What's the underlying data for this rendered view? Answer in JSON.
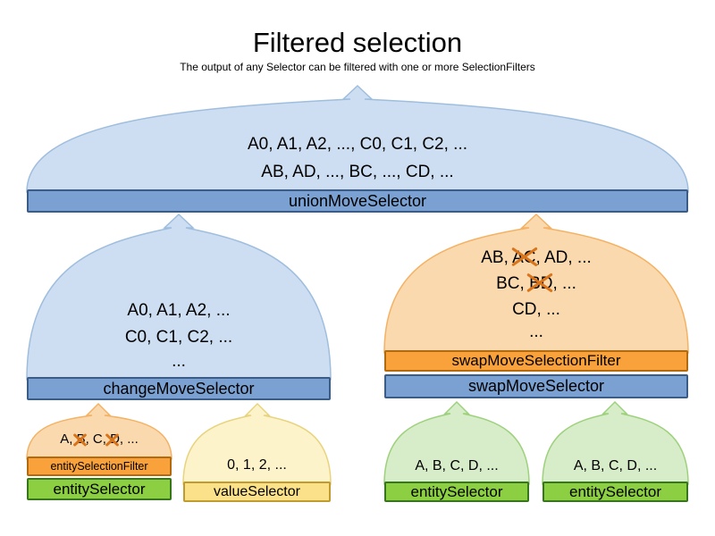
{
  "title": "Filtered selection",
  "subtitle": "The output of any Selector can be filtered with one or more SelectionFilters",
  "union_selector": {
    "output_lines": [
      "A0, A1, A2, ..., C0, C1, C2, ...",
      "AB, AD, ..., BC, ..., CD, ..."
    ],
    "label": "unionMoveSelector"
  },
  "change_selector": {
    "output_lines": [
      "A0, A1, A2, ...",
      "C0, C1, C2, ...",
      "..."
    ],
    "label": "changeMoveSelector"
  },
  "swap_selector": {
    "output_lines": [
      "AB, AC, AD, ...",
      "BC, BD, ...",
      "CD, ...",
      "..."
    ],
    "crossed_out_values": [
      "AC",
      "BD"
    ],
    "filter_label": "swapMoveSelectionFilter",
    "label": "swapMoveSelector"
  },
  "filtered_entity_selector": {
    "output_line": "A, B, C, D, ...",
    "crossed_out_values": [
      "B",
      "D"
    ],
    "filter_label": "entitySelectionFilter",
    "label": "entitySelector"
  },
  "value_selector": {
    "output_line": "0, 1, 2, ...",
    "label": "valueSelector"
  },
  "entity_selector_1": {
    "output_line": "A, B, C, D, ...",
    "label": "entitySelector"
  },
  "entity_selector_2": {
    "output_line": "A, B, C, D, ...",
    "label": "entitySelector"
  },
  "colors": {
    "selector_bar_blue": "#7aa1d2",
    "funnel_blue": "#cddef2",
    "filter_bar_orange": "#f9a23b",
    "funnel_orange": "#fbd9ae",
    "entity_bar_green": "#8ccf42",
    "funnel_green": "#d7ecc8",
    "value_bar_yellow": "#fbe28a",
    "funnel_yellow": "#fcf3cb",
    "cross_out_orange": "#d9741a"
  }
}
